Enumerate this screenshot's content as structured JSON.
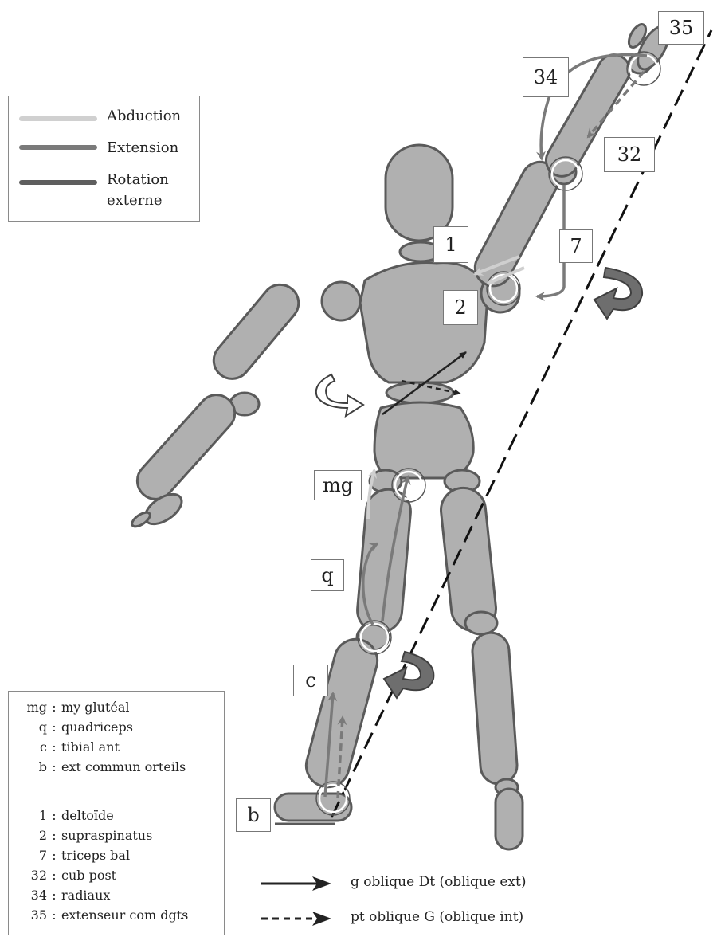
{
  "legend": {
    "items": [
      {
        "label": "Abduction",
        "color": "#c8c8c8"
      },
      {
        "label": "Extension",
        "color": "#7a7a7a"
      },
      {
        "label": "Rotation",
        "label2": "externe",
        "color": "#5e5e5e"
      }
    ]
  },
  "labels": {
    "l35": "35",
    "l34": "34",
    "l32": "32",
    "l1": "1",
    "l7": "7",
    "l2": "2",
    "lmg": "mg",
    "lq": "q",
    "lc": "c",
    "lb": "b"
  },
  "key": [
    {
      "code": "mg",
      "name": "my glutéal"
    },
    {
      "code": "q",
      "name": "quadriceps"
    },
    {
      "code": "c",
      "name": "tibial ant"
    },
    {
      "code": "b",
      "name": "ext commun orteils"
    },
    {
      "code": "1",
      "name": "deltoïde"
    },
    {
      "code": "2",
      "name": "supraspinatus"
    },
    {
      "code": "7",
      "name": "triceps bal"
    },
    {
      "code": "32",
      "name": "cub post"
    },
    {
      "code": "34",
      "name": "radiaux"
    },
    {
      "code": "35",
      "name": "extenseur com dgts"
    }
  ],
  "arrows_legend": {
    "solid": "g oblique Dt (oblique ext)",
    "dashed": "pt oblique G (oblique int)"
  },
  "colors": {
    "body_fill": "#b0b0b0",
    "body_stroke": "#5a5a5a",
    "abduction": "#c8c8c8",
    "extension": "#7a7a7a",
    "rotation": "#5e5e5e"
  }
}
